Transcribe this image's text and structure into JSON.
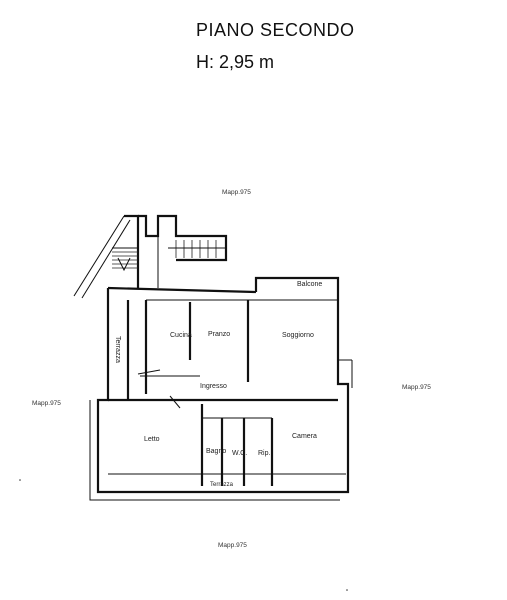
{
  "header": {
    "title": "PIANO SECONDO",
    "height": "H: 2,95 m"
  },
  "neighbors": {
    "top": "Mapp.975",
    "right": "Mapp.975",
    "left": "Mapp.975",
    "bottom": "Mapp.975"
  },
  "rooms": {
    "balcone": "Balcone",
    "cucina": "Cucina",
    "pranzo": "Pranzo",
    "soggiorno": "Soggiorno",
    "terrazza_left": "Terrazza",
    "ingresso": "Ingresso",
    "letto": "Letto",
    "bagno": "Bagno",
    "wc": "W.C.",
    "rip": "Rip.",
    "camera": "Camera",
    "terrazza_bottom": "Terrazza"
  }
}
